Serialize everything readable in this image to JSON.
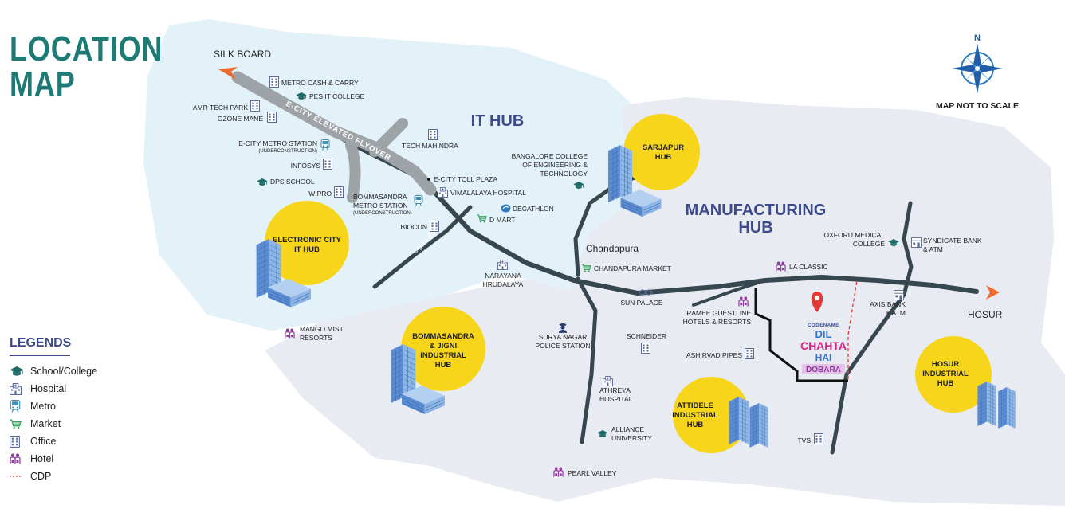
{
  "title": {
    "line1": "LOCATION",
    "line2": "MAP"
  },
  "compass": {
    "north": "N",
    "note": "MAP NOT TO SCALE"
  },
  "legend": {
    "title": "LEGENDS",
    "items": [
      {
        "icon": "school-icon",
        "label": "School/College"
      },
      {
        "icon": "hospital-icon",
        "label": "Hospital"
      },
      {
        "icon": "metro-icon",
        "label": "Metro"
      },
      {
        "icon": "market-icon",
        "label": "Market"
      },
      {
        "icon": "office-icon",
        "label": "Office"
      },
      {
        "icon": "hotel-icon",
        "label": "Hotel"
      },
      {
        "icon": "cdp-line",
        "label": "CDP"
      }
    ]
  },
  "regions": {
    "it_hub": "IT HUB",
    "manufacturing_hub_1": "MANUFACTURING",
    "manufacturing_hub_2": "HUB"
  },
  "hubs": {
    "electronic_city": [
      "ELECTRONIC CITY",
      "IT HUB"
    ],
    "sarjapur": [
      "SARJAPUR",
      "HUB"
    ],
    "bommasandra": [
      "BOMMASANDRA",
      "& JIGNI",
      "INDUSTRIAL",
      "HUB"
    ],
    "attibele": [
      "ATTIBELE",
      "INDUSTRIAL",
      "HUB"
    ],
    "hosur": [
      "HOSUR",
      "INDUSTRIAL",
      "HUB"
    ]
  },
  "roads": {
    "flyover": "E-CITY ELEVATED FLYOVER",
    "jigani": "Jigani Rd"
  },
  "places": {
    "silk_board": "SILK BOARD",
    "hosur": "HOSUR",
    "chandapura": "Chandapura",
    "metro_cash": "METRO CASH & CARRY",
    "pes": "PES IT COLLEGE",
    "amr": "AMR TECH PARK",
    "ozone": "OZONE MANE",
    "ecity_metro": "E-CITY METRO STATION",
    "ecity_metro_sub": "(UNDERCONSTRUCTION)",
    "infosys": "INFOSYS",
    "dps": "DPS SCHOOL",
    "wipro": "WIPRO",
    "bomm_metro_1": "BOMMASANDRA",
    "bomm_metro_2": "METRO STATION",
    "bomm_metro_sub": "(UNDERCONSTRUCTION)",
    "tech_mahindra": "TECH MAHINDRA",
    "toll_plaza": "E-CITY TOLL PLAZA",
    "vimalalaya": "VIMALALAYA HOSPITAL",
    "decathlon": "DECATHLON",
    "dmart": "D MART",
    "biocon": "BIOCON",
    "bangalore_college_1": "BANGALORE COLLEGE",
    "bangalore_college_2": "OF ENGINEERING &",
    "bangalore_college_3": "TECHNOLOGY",
    "chandapura_market": "CHANDAPURA MARKET",
    "narayana_1": "NARAYANA",
    "narayana_2": "HRUDALAYA",
    "la_classic": "LA CLASSIC",
    "sun_palace": "SUN PALACE",
    "ramee_1": "RAMEE GUESTLINE",
    "ramee_2": "HOTELS & RESORTS",
    "oxford_1": "OXFORD MEDICAL",
    "oxford_2": "COLLEGE",
    "syndicate_1": "SYNDICATE BANK",
    "syndicate_2": "& ATM",
    "axis_1": "AXIS BANK",
    "axis_2": "& ATM",
    "mango_1": "MANGO MIST",
    "mango_2": "RESORTS",
    "surya_1": "SURYA NAGAR",
    "surya_2": "POLICE STATION",
    "schneider": "SCHNEIDER",
    "ashirvad": "ASHIRVAD PIPES",
    "athreya_1": "ATHREYA",
    "athreya_2": "HOSPITAL",
    "alliance_1": "ALLIANCE",
    "alliance_2": "UNIVERSITY",
    "tvs": "TVS",
    "pearl": "PEARL VALLEY"
  },
  "project": {
    "codename": "CODENAME",
    "line1": "DIL",
    "line2": "CHAHTA",
    "line3": "HAI",
    "line4": "DOBARA"
  },
  "colors": {
    "title": "#1d7a74",
    "legend_title": "#3d4a8a",
    "it_zone": "#e3f1f9",
    "mfg_zone": "#e9ebf3",
    "road": "#37474f",
    "hub_circle": "#f7d51b",
    "region_label": "#3d4a8a",
    "arrow": "#ee6a2f",
    "pin": "#e53935",
    "cdp": "#e53935"
  }
}
